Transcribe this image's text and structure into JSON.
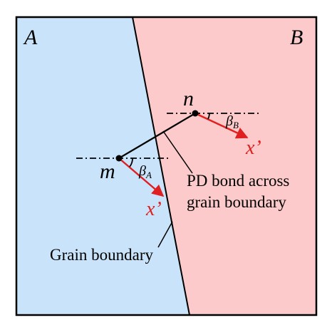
{
  "colors": {
    "region_a_fill": "#c9e4fa",
    "region_b_fill": "#fccaca",
    "line": "#000000",
    "accent_red": "#e02020"
  },
  "labels": {
    "region_a": "A",
    "region_b": "B",
    "point_m": "m",
    "point_n": "n",
    "beta_a_symbol": "β",
    "beta_a_sub": "A",
    "beta_b_symbol": "β",
    "beta_b_sub": "B",
    "x_prime_m": "x’",
    "x_prime_n": "x’",
    "bond_line1": "PD bond across",
    "bond_line2": "grain boundary",
    "grain_boundary": "Grain boundary"
  }
}
